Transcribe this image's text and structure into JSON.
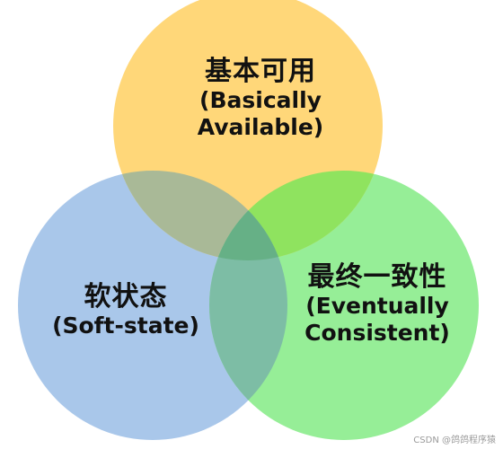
{
  "circles": [
    {
      "id": "basically-available",
      "title_zh": "基本可用",
      "title_en_line1": "(Basically",
      "title_en_line2": "Available)",
      "color": "#FFD779"
    },
    {
      "id": "soft-state",
      "title_zh": "软状态",
      "title_en_line1": "(Soft-state)",
      "color": "#A9C7EA"
    },
    {
      "id": "eventually-consistent",
      "title_zh": "最终一致性",
      "title_en_line1": "(Eventually",
      "title_en_line2": "Consistent)",
      "color": "#96EE97"
    }
  ],
  "overlap_colors": {
    "ba_ss": "#A9B997",
    "ba_ec": "#8FE35F",
    "ss_ec": "#7DBDA5",
    "center": "#66B086"
  },
  "watermark": "CSDN @鸽鸽程序猿"
}
